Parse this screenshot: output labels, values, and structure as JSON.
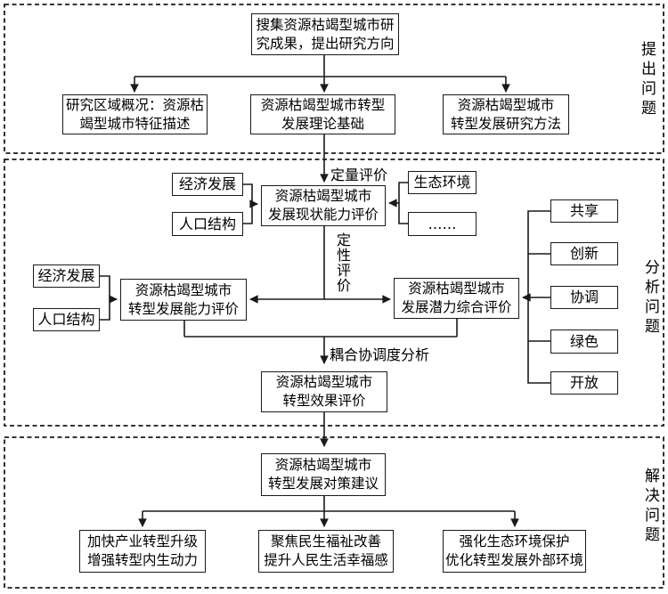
{
  "colors": {
    "ink": "#1a1a1a",
    "bg": "#ffffff"
  },
  "propose": {
    "side_label": "提出问题",
    "collect": "搜集资源枯竭型城市研\n究成果，提出研究方向",
    "region": "研究区域概况：资源枯\n竭型城市特征描述",
    "theory": "资源枯竭型城市转型\n发展理论基础",
    "method": "资源枯竭型城市\n转型发展研究方法"
  },
  "analyze": {
    "side_label": "分析问题",
    "quant_label": "定量评价",
    "qual_label": "定性评价",
    "coupling_label": "耦合协调度分析",
    "econ_top": "经济发展",
    "pop_top": "人口结构",
    "current": "资源枯竭型城市\n发展现状能力评价",
    "eco_env": "生态环境",
    "ellipsis": "……",
    "econ_low": "经济发展",
    "pop_low": "人口结构",
    "transform": "资源枯竭型城市\n转型发展能力评价",
    "potential": "资源枯竭型城市\n发展潜力综合评价",
    "concepts": [
      "共享",
      "创新",
      "协调",
      "绿色",
      "开放"
    ],
    "effect": "资源枯竭型城市\n转型效果评价"
  },
  "solve": {
    "side_label": "解决问题",
    "suggestion": "资源枯竭型城市\n转型发展对策建议",
    "industry": "加快产业转型升级\n增强转型内生动力",
    "livelihood": "聚焦民生福祉改善\n提升人民生活幸福感",
    "environment": "强化生态环境保护\n优化转型发展外部环境"
  }
}
